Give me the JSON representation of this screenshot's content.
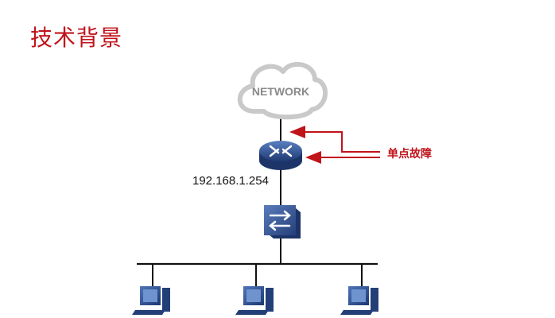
{
  "header": {
    "title": "技术背景"
  },
  "diagram": {
    "cloud_label": "NETWORK",
    "gateway_ip": "192.168.1.254",
    "callout_label": "单点故障",
    "colors": {
      "accent": "#c0141b",
      "device_blue": "#2f4d86",
      "cloud_gray": "#c9c9c9"
    }
  },
  "icons": [
    "cloud-icon",
    "router-icon",
    "switch-icon",
    "pc-icon"
  ]
}
